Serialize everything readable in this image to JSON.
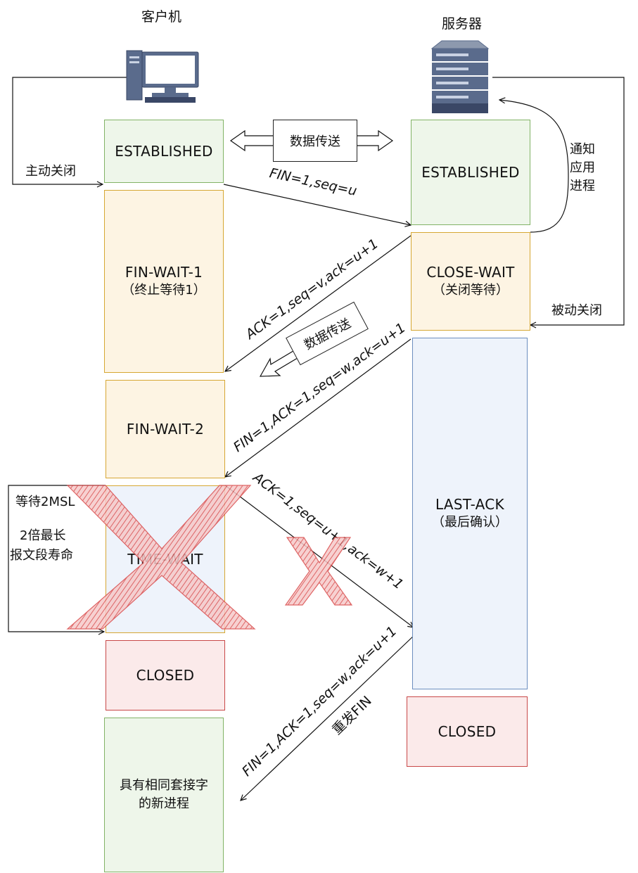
{
  "client": {
    "title": "客户机"
  },
  "server": {
    "title": "服务器"
  },
  "client_states": {
    "established": "ESTABLISHED",
    "fin_wait_1": "FIN-WAIT-1",
    "fin_wait_1_sub": "（终止等待1）",
    "fin_wait_2": "FIN-WAIT-2",
    "time_wait": "TIME-WAIT",
    "closed": "CLOSED",
    "new_process_line1": "具有相同套接字",
    "new_process_line2": "的新进程"
  },
  "server_states": {
    "established": "ESTABLISHED",
    "close_wait": "CLOSE-WAIT",
    "close_wait_sub": "（关闭等待）",
    "last_ack": "LAST-ACK",
    "last_ack_sub": "（最后确认）",
    "closed": "CLOSED"
  },
  "labels": {
    "active_close": "主动关闭",
    "passive_close": "被动关闭",
    "notify_app_1": "通知",
    "notify_app_2": "应用",
    "notify_app_3": "进程",
    "data_transfer": "数据传送",
    "data_transfer_2": "数据传送",
    "wait_2msl": "等待2MSL",
    "msl_desc_1": "2倍最长",
    "msl_desc_2": "报文段寿命",
    "resend_fin": "重发FIN"
  },
  "messages": {
    "fin1": "FIN=1,seq=u",
    "ack1": "ACK=1,seq=v,ack=u+1",
    "fin2": "FIN=1,ACK=1,seq=w,ack=u+1",
    "ack2": "ACK=1,seq=u+1,ack=w+1",
    "fin_resend": "FIN=1,ACK=1,seq=w,ack=u+1"
  },
  "colors": {
    "green": "#82b366",
    "orange": "#d6a733",
    "red": "#c84848",
    "blue": "#6c8ebf",
    "cross": "#e06666"
  }
}
